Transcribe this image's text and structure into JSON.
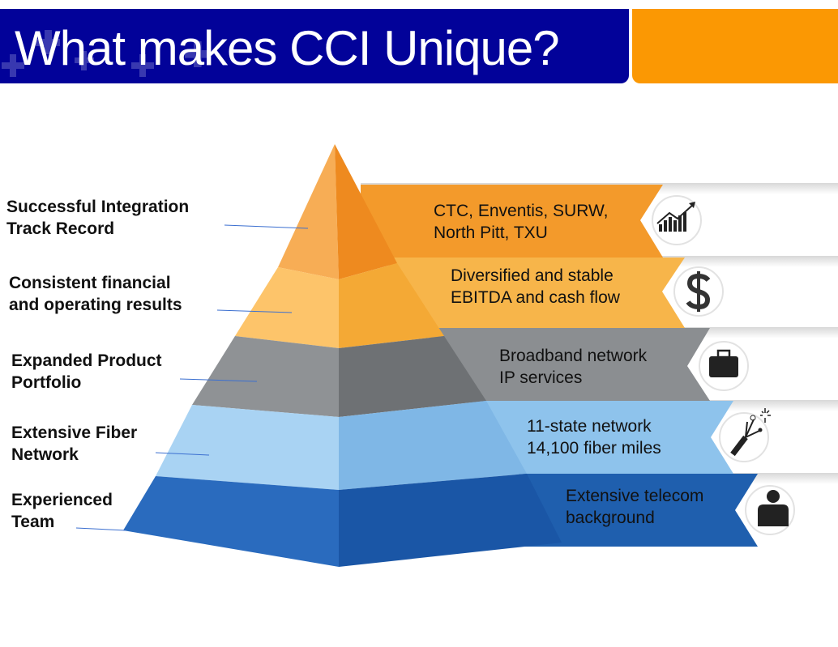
{
  "title": "What makes CCI Unique?",
  "colors": {
    "header_blue": "#020299",
    "header_orange": "#FB9803"
  },
  "tiers": [
    {
      "label": "Successful Integration Track Record",
      "label_lines": [
        "Successful Integration",
        "Track Record"
      ],
      "detail_lines": [
        "CTC, Enventis, SURW,",
        "North Pitt, TXU"
      ],
      "icon": "growth-chart-icon",
      "color": "#F39A2B"
    },
    {
      "label": "Consistent financial and operating results",
      "label_lines": [
        "Consistent financial",
        "and operating results"
      ],
      "detail_lines": [
        "Diversified and stable",
        "EBITDA and cash flow"
      ],
      "icon": "dollar-icon",
      "color": "#F7B54A"
    },
    {
      "label": "Expanded Product Portfolio",
      "label_lines": [
        "Expanded Product",
        "Portfolio"
      ],
      "detail_lines": [
        "Broadband network",
        "IP services"
      ],
      "icon": "briefcase-icon",
      "color": "#8B8E91"
    },
    {
      "label": "Extensive Fiber Network",
      "label_lines": [
        "Extensive Fiber",
        "Network"
      ],
      "detail_lines": [
        "11-state network",
        "14,100 fiber miles"
      ],
      "icon": "fiber-cable-icon",
      "color": "#8EC3EC"
    },
    {
      "label": "Experienced Team",
      "label_lines": [
        "Experienced",
        "Team"
      ],
      "detail_lines": [
        "Extensive telecom",
        "background"
      ],
      "icon": "person-icon",
      "color": "#1F5FAE"
    }
  ]
}
